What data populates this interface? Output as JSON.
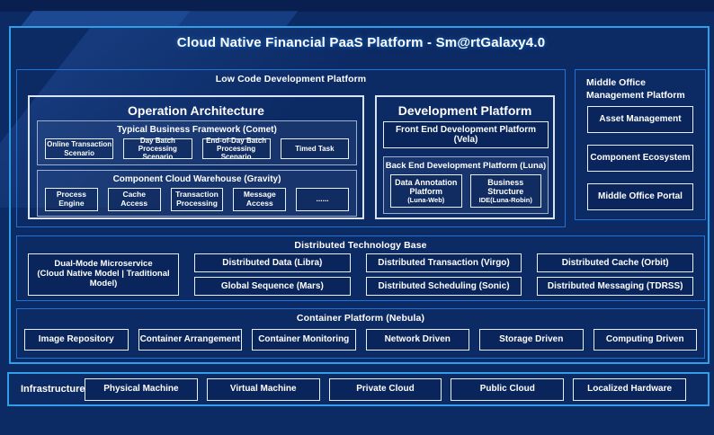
{
  "title": "Cloud Native Financial PaaS Platform - Sm@rtGalaxy4.0",
  "low_code": {
    "label": "Low Code Development Platform",
    "operation_architecture": {
      "title": "Operation Architecture",
      "typical_business": {
        "title": "Typical Business Framework (Comet)",
        "items": [
          "Online Transaction Scenario",
          "Day Batch Processing Scenario",
          "End-of-Day Batch Processing Scenario",
          "Timed Task"
        ]
      },
      "component_cloud": {
        "title": "Component Cloud Warehouse (Gravity)",
        "items": [
          "Process Engine",
          "Cache Access",
          "Transaction Processing",
          "Message Access",
          "......"
        ]
      }
    },
    "development_platform": {
      "title": "Development Platform",
      "front_end": "Front End Development Platform (Vela)",
      "back_end": {
        "title": "Back End Development Platform (Luna)",
        "items": [
          {
            "main": "Data Annotation Platform",
            "sub": "(Luna-Web)"
          },
          {
            "main": "Business Structure",
            "sub": "IDE(Luna-Robin)"
          }
        ]
      }
    }
  },
  "middle_office": {
    "title": "Middle Office Management Platform",
    "items": [
      "Asset Management",
      "Component Ecosystem",
      "Middle Office Portal"
    ]
  },
  "distributed": {
    "title": "Distributed Technology Base",
    "dual_mode": "Dual-Mode Microservice\n(Cloud Native Model | Traditional\nModel)",
    "columns": [
      [
        "Distributed Data (Libra)",
        "Global Sequence (Mars)"
      ],
      [
        "Distributed Transaction (Virgo)",
        "Distributed Scheduling (Sonic)"
      ],
      [
        "Distributed Cache (Orbit)",
        "Distributed Messaging (TDRSS)"
      ]
    ]
  },
  "container_platform": {
    "title": "Container Platform (Nebula)",
    "items": [
      "Image Repository",
      "Container Arrangement",
      "Container Monitoring",
      "Network Driven",
      "Storage Driven",
      "Computing Driven"
    ]
  },
  "infrastructure": {
    "label": "Infrastructure",
    "items": [
      "Physical Machine",
      "Virtual Machine",
      "Private Cloud",
      "Public Cloud",
      "Localized Hardware"
    ]
  },
  "colors": {
    "background": "#0C2A64",
    "panel_border_cyan": "#2E9FE6",
    "section_border_blue": "#1E74D6",
    "box_border_white": "#E9EFF9",
    "group_border_gray": "#9FB0CC",
    "text": "#FFFFFF"
  }
}
